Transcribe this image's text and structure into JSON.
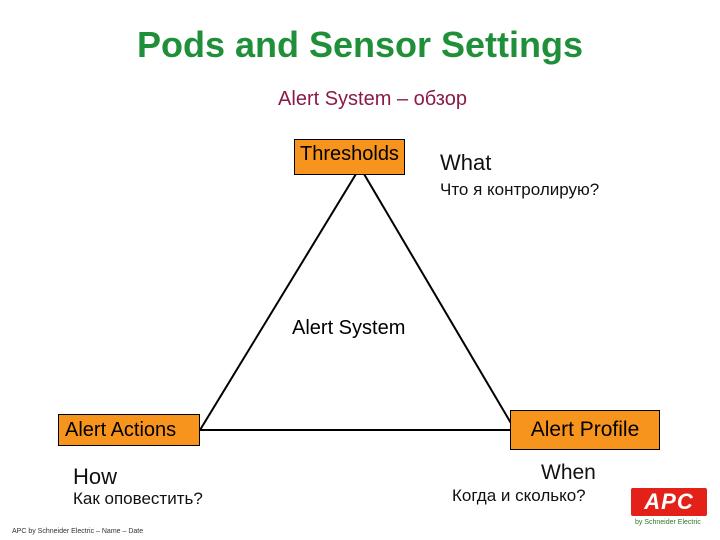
{
  "slide": {
    "title": "Pods and Sensor Settings",
    "subtitle": "Alert System – обзор"
  },
  "diagram": {
    "center": "Alert System",
    "nodes": {
      "top": {
        "label": "Thresholds",
        "en": "What",
        "ru": "Что я контролирую?"
      },
      "left": {
        "label": "Alert Actions",
        "en": "How",
        "ru": "Как оповестить?"
      },
      "right": {
        "label": "Alert Profile",
        "en": "When",
        "ru": "Когда и сколько?"
      }
    },
    "node_color": "#f7941d",
    "edges": [
      [
        "top",
        "left"
      ],
      [
        "top",
        "right"
      ],
      [
        "left",
        "right"
      ]
    ]
  },
  "footer": "APC by Schneider Electric – Name – Date",
  "logo": {
    "text": "APC",
    "sub": "by Schneider Electric",
    "color": "#e32119"
  },
  "colors": {
    "title": "#1f8f3a",
    "subtitle": "#8b1a4a"
  }
}
